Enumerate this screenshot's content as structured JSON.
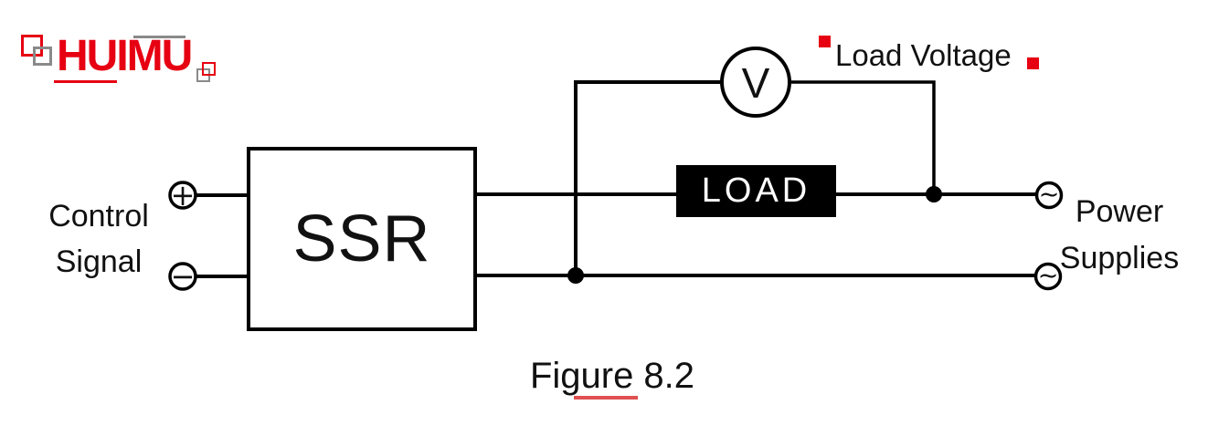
{
  "logo": {
    "brand": "HUIMU"
  },
  "labels": {
    "control_line1": "Control",
    "control_line2": "Signal",
    "ssr": "SSR",
    "voltmeter": "V",
    "load": "LOAD",
    "load_voltage": "Load Voltage",
    "power_line1": "Power",
    "power_line2": "Supplies"
  },
  "caption": {
    "text": "Figure 8.2"
  },
  "symbols": {
    "plus_terminal": "+",
    "minus_terminal": "−",
    "ac_source": "∼"
  },
  "colors": {
    "accent_red": "#e60012",
    "underline_red": "#e05050",
    "logo_gray": "#8a8a8a",
    "wire_black": "#000000"
  }
}
